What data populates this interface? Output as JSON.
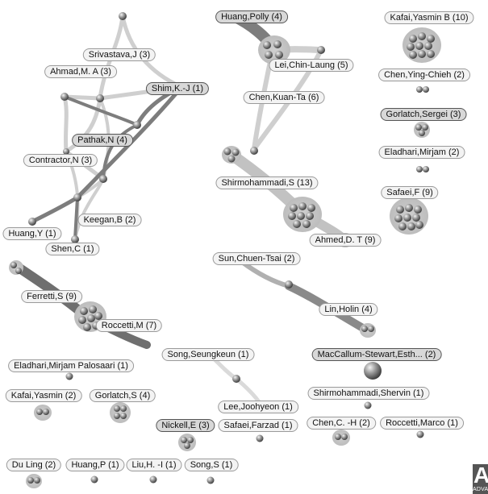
{
  "labels": {
    "huang_polly": "Huang,Polly (4)",
    "kafai_yasmin_b": "Kafai,Yasmin B (10)",
    "srivastava_j": "Srivastava,J (3)",
    "ahmad_ma": "Ahmad,M. A (3)",
    "shim_kj": "Shim,K.-J (1)",
    "lei_chin_laung": "Lei,Chin-Laung (5)",
    "chen_ying_chieh": "Chen,Ying-Chieh (2)",
    "chen_kuan_ta": "Chen,Kuan-Ta (6)",
    "gorlatch_sergei": "Gorlatch,Sergei (3)",
    "pathak_n": "Pathak,N (4)",
    "eladhari_mirjam": "Eladhari,Mirjam (2)",
    "contractor_n": "Contractor,N (3)",
    "shirmohammadi_s": "Shirmohammadi,S (13)",
    "safaei_f": "Safaei,F (9)",
    "keegan_b": "Keegan,B (2)",
    "huang_y": "Huang,Y (1)",
    "shen_c": "Shen,C (1)",
    "ahmed_dt": "Ahmed,D. T (9)",
    "sun_chuen_tsai": "Sun,Chuen-Tsai (2)",
    "ferretti_s": "Ferretti,S (9)",
    "lin_holin": "Lin,Holin (4)",
    "roccetti_m": "Roccetti,M (7)",
    "song_seungkeun": "Song,Seungkeun (1)",
    "maccallum": "MacCallum-Stewart,Esth... (2)",
    "eladhari_palosaari": "Eladhari,Mirjam Palosaari (1)",
    "shirmohammadi_shervin": "Shirmohammadi,Shervin (1)",
    "kafai_yasmin": "Kafai,Yasmin (2)",
    "gorlatch_s": "Gorlatch,S (4)",
    "lee_joohyeon": "Lee,Joohyeon (1)",
    "nickell_e": "Nickell,E (3)",
    "safaei_farzad": "Safaei,Farzad (1)",
    "chen_c_h": "Chen,C. -H (2)",
    "roccetti_marco": "Roccetti,Marco (1)",
    "du_ling": "Du Ling (2)",
    "huang_p": "Huang,P (1)",
    "liu_h_i": "Liu,H. -I (1)",
    "song_s": "Song,S (1)"
  },
  "logo": {
    "letter": "A",
    "text": "ADVAN"
  }
}
